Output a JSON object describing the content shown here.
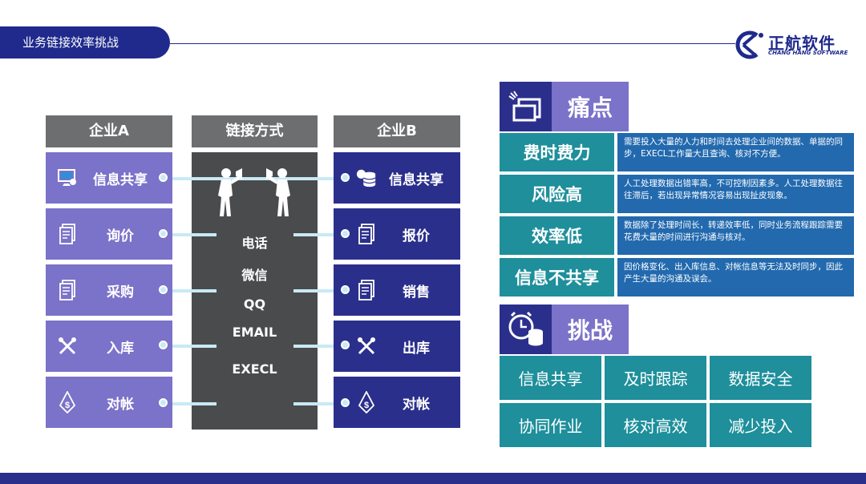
{
  "header": {
    "title": "业务链接效率挑战",
    "logo_name": "正航软件",
    "logo_sub": "CHANG HANG SOFTWARE"
  },
  "columns": {
    "company_a": "企业A",
    "method": "链接方式",
    "company_b": "企业B"
  },
  "company_a_items": [
    {
      "label": "信息共享",
      "icon": "monitor-share-icon"
    },
    {
      "label": "询价",
      "icon": "document-icon"
    },
    {
      "label": "采购",
      "icon": "document-icon"
    },
    {
      "label": "入库",
      "icon": "tools-icon"
    },
    {
      "label": "对帐",
      "icon": "dollar-pen-icon"
    }
  ],
  "company_b_items": [
    {
      "label": "信息共享",
      "icon": "database-icon"
    },
    {
      "label": "报价",
      "icon": "document-icon"
    },
    {
      "label": "销售",
      "icon": "document-icon"
    },
    {
      "label": "出库",
      "icon": "tools-icon"
    },
    {
      "label": "对帐",
      "icon": "dollar-pen-icon"
    }
  ],
  "methods": [
    "电话",
    "微信",
    "QQ",
    "EMAIL",
    "EXECL"
  ],
  "pain_points": {
    "heading": "痛点",
    "icon": "window-icon",
    "items": [
      {
        "title": "费时费力",
        "desc": "需要投入大量的人力和时间去处理企业间的数据、单据的同步，EXECL工作量大且查询、核对不方便。"
      },
      {
        "title": "风险高",
        "desc": "人工处理数据出错率高，不可控制因素多。人工处理数据往往滞后，若出现异常情况容易出现扯皮现象。"
      },
      {
        "title": "效率低",
        "desc": "数据除了处理时间长，转递效率低，同时业务流程跟踪需要花费大量的时间进行沟通与核对。"
      },
      {
        "title": "信息不共享",
        "desc": "因价格变化、出入库信息、对帐信息等无法及时同步，因此产生大量的沟通及误会。"
      }
    ]
  },
  "challenges": {
    "heading": "挑战",
    "icon": "clock-database-icon",
    "items": [
      "信息共享",
      "及时跟踪",
      "数据安全",
      "协同作业",
      "核对高效",
      "减少投入"
    ]
  },
  "colors": {
    "navy": "#2b2f8c",
    "purple": "#7b72c9",
    "gray": "#6d6e70",
    "dark_gray": "#4a4b4d",
    "teal": "#1e8f9b",
    "blue": "#2269ae",
    "connector": "#c9e9f5"
  }
}
